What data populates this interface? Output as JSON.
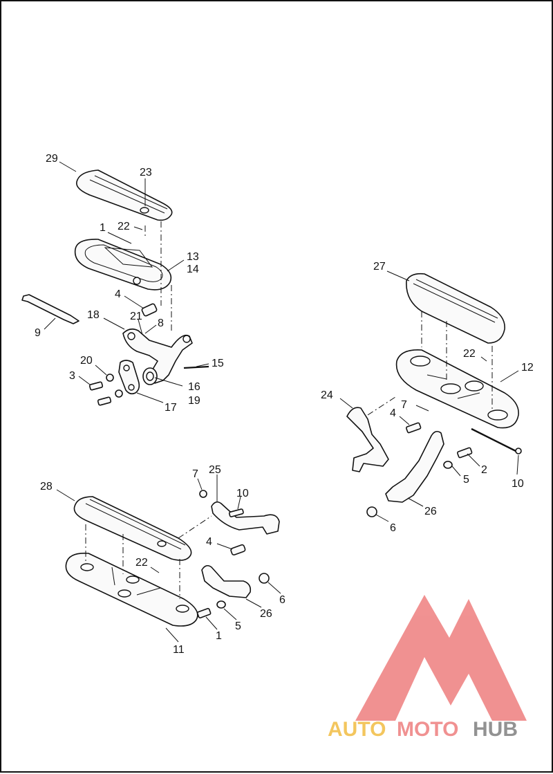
{
  "diagram": {
    "callouts": [
      {
        "id": "c29a",
        "label": "29"
      },
      {
        "id": "c23",
        "label": "23"
      },
      {
        "id": "c1a",
        "label": "1"
      },
      {
        "id": "c22a",
        "label": "22"
      },
      {
        "id": "c13",
        "label": "13"
      },
      {
        "id": "c14",
        "label": "14"
      },
      {
        "id": "c4a",
        "label": "4"
      },
      {
        "id": "c18",
        "label": "18"
      },
      {
        "id": "c21",
        "label": "21"
      },
      {
        "id": "c8",
        "label": "8"
      },
      {
        "id": "c9",
        "label": "9"
      },
      {
        "id": "c20",
        "label": "20"
      },
      {
        "id": "c3",
        "label": "3"
      },
      {
        "id": "c15",
        "label": "15"
      },
      {
        "id": "c16",
        "label": "16"
      },
      {
        "id": "c19",
        "label": "19"
      },
      {
        "id": "c17",
        "label": "17"
      },
      {
        "id": "c27",
        "label": "27"
      },
      {
        "id": "c22b",
        "label": "22"
      },
      {
        "id": "c12",
        "label": "12"
      },
      {
        "id": "c24",
        "label": "24"
      },
      {
        "id": "c7a",
        "label": "7"
      },
      {
        "id": "c4b",
        "label": "4"
      },
      {
        "id": "c2",
        "label": "2"
      },
      {
        "id": "c5a",
        "label": "5"
      },
      {
        "id": "c10a",
        "label": "10"
      },
      {
        "id": "c26a",
        "label": "26"
      },
      {
        "id": "c6a",
        "label": "6"
      },
      {
        "id": "c28",
        "label": "28"
      },
      {
        "id": "c7b",
        "label": "7"
      },
      {
        "id": "c25",
        "label": "25"
      },
      {
        "id": "c10b",
        "label": "10"
      },
      {
        "id": "c4c",
        "label": "4"
      },
      {
        "id": "c22c",
        "label": "22"
      },
      {
        "id": "c6b",
        "label": "6"
      },
      {
        "id": "c26b",
        "label": "26"
      },
      {
        "id": "c5b",
        "label": "5"
      },
      {
        "id": "c1b",
        "label": "1"
      },
      {
        "id": "c11",
        "label": "11"
      }
    ]
  },
  "watermark": {
    "part1": "AUTO",
    "part2": "MOTO",
    "part3": "HUB",
    "color_red": "#e8595a",
    "color_orange": "#f0b429",
    "color_gray": "#6e6e6e"
  }
}
